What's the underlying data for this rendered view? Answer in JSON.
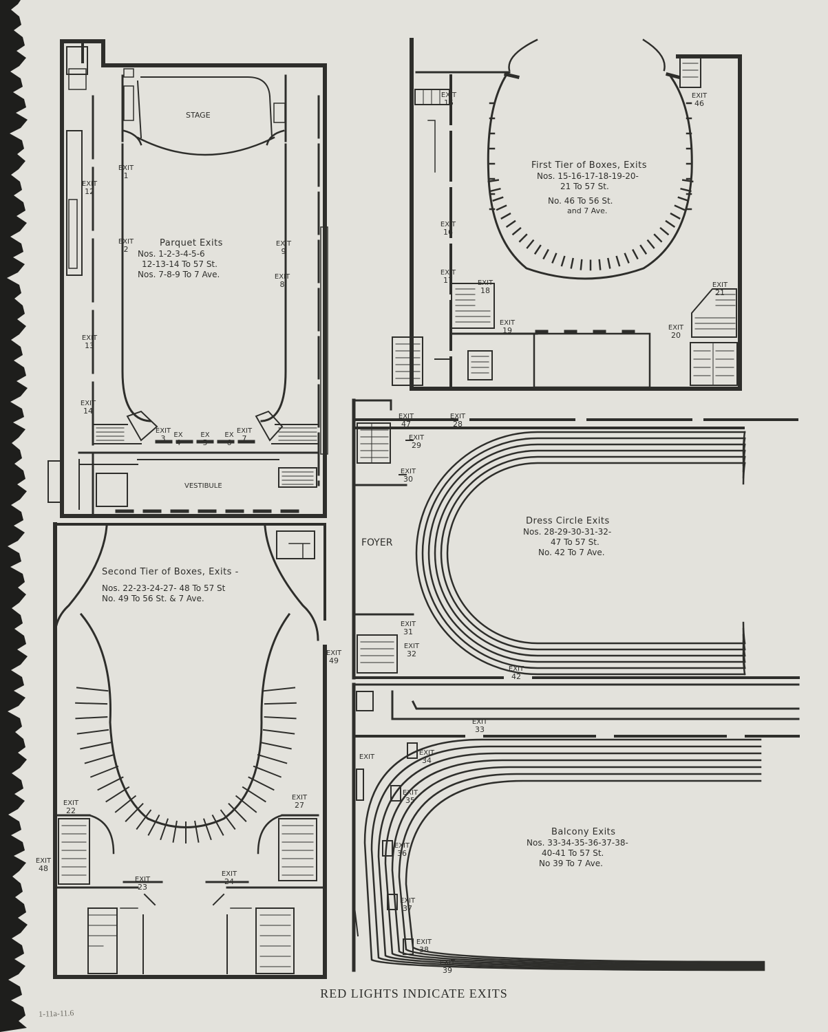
{
  "caption": "RED LIGHTS INDICATE EXITS",
  "margin_note": "1-11a-11.6",
  "colors": {
    "paper": "#e3e2dc",
    "ink": "#2e2e2b"
  },
  "parquet": {
    "stage_label": "STAGE",
    "vestibule_label": "VESTIBULE",
    "title": "Parquet Exits",
    "lines": [
      "Nos. 1-2-3-4-5-6",
      "12-13-14 To 57 St.",
      "Nos. 7-8-9 To 7 Ave."
    ],
    "exits": [
      {
        "word": "EXIT",
        "num": "1"
      },
      {
        "word": "EXIT",
        "num": "2"
      },
      {
        "word": "EXIT",
        "num": "12"
      },
      {
        "word": "EXIT",
        "num": "13"
      },
      {
        "word": "EXIT",
        "num": "14"
      },
      {
        "word": "EXIT",
        "num": "9"
      },
      {
        "word": "EXIT",
        "num": "8"
      },
      {
        "word": "EXIT",
        "num": "3"
      },
      {
        "word": "EX",
        "num": "4"
      },
      {
        "word": "EX",
        "num": "5"
      },
      {
        "word": "EX",
        "num": "6"
      },
      {
        "word": "EXIT",
        "num": "7"
      }
    ]
  },
  "first_tier": {
    "title": "First Tier of Boxes, Exits",
    "lines": [
      "Nos. 15-16-17-18-19-20-",
      "21 To 57 St.",
      "No. 46 To 56 St.",
      "and 7 Ave."
    ],
    "exits": [
      {
        "word": "EXIT",
        "num": "15"
      },
      {
        "word": "EXIT",
        "num": "16"
      },
      {
        "word": "EXIT",
        "num": "17"
      },
      {
        "word": "EXIT",
        "num": "18"
      },
      {
        "word": "EXIT",
        "num": "19"
      },
      {
        "word": "EXIT",
        "num": "46"
      },
      {
        "word": "EXIT",
        "num": "21"
      },
      {
        "word": "EXIT",
        "num": "20"
      }
    ]
  },
  "dress_circle": {
    "foyer_label": "FOYER",
    "title": "Dress Circle Exits",
    "lines": [
      "Nos. 28-29-30-31-32-",
      "47 To 57 St.",
      "No. 42 To 7 Ave."
    ],
    "exits": [
      {
        "word": "EXIT",
        "num": "47"
      },
      {
        "word": "EXIT",
        "num": "28"
      },
      {
        "word": "EXIT",
        "num": "29"
      },
      {
        "word": "EXIT",
        "num": "30"
      },
      {
        "word": "EXIT",
        "num": "31"
      },
      {
        "word": "EXIT",
        "num": "32"
      },
      {
        "word": "EXIT",
        "num": "42"
      }
    ]
  },
  "second_tier": {
    "title": "Second Tier of Boxes, Exits -",
    "lines": [
      "Nos. 22-23-24-27- 48 To 57 St",
      "No. 49 To 56 St. & 7 Ave."
    ],
    "exits": [
      {
        "word": "EXIT",
        "num": "22"
      },
      {
        "word": "EXIT",
        "num": "27"
      },
      {
        "word": "EXIT",
        "num": "48"
      },
      {
        "word": "EXIT",
        "num": "23"
      },
      {
        "word": "EXIT",
        "num": "24"
      },
      {
        "word": "EXIT",
        "num": "49"
      }
    ]
  },
  "balcony": {
    "title": "Balcony Exits",
    "lines": [
      "Nos. 33-34-35-36-37-38-",
      "40-41 To 57 St.",
      "No 39 To 7 Ave."
    ],
    "exits": [
      {
        "word": "EXIT",
        "num": "33"
      },
      {
        "word": "EXIT",
        "num": ""
      },
      {
        "word": "EXIT",
        "num": "34"
      },
      {
        "word": "EXIT",
        "num": "35"
      },
      {
        "word": "EXIT",
        "num": "36"
      },
      {
        "word": "EXIT",
        "num": "37"
      },
      {
        "word": "EXIT",
        "num": "38"
      },
      {
        "word": "EXIT",
        "num": "39"
      }
    ]
  }
}
